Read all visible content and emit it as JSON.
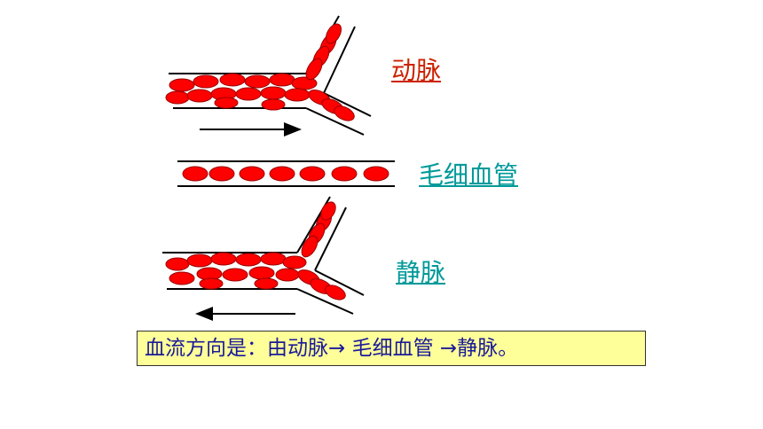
{
  "labels": {
    "artery": "动脉",
    "capillary": "毛细血管",
    "vein": "静脉"
  },
  "summary": "血流方向是：由动脉→ 毛细血管 →静脉。",
  "colors": {
    "artery_label": "#cc2200",
    "capillary_label": "#009999",
    "vein_label": "#009999",
    "summary_text": "#1a1a99",
    "summary_bg": "#ffff99",
    "blood_cell": "#ff0000"
  },
  "flow_direction": {
    "artery": "right",
    "vein": "left"
  }
}
